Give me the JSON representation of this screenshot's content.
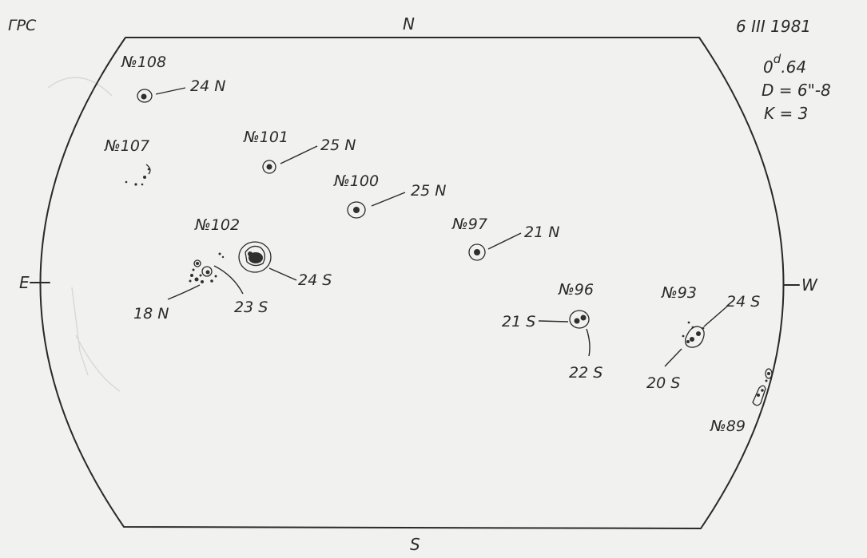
{
  "observatory": "ГРС",
  "date": "6 III 1981",
  "params": {
    "time_int": "0",
    "time_sup": "d",
    "time_frac": ".64",
    "diameter": "D = 6\"-8",
    "k": "K = 3"
  },
  "directions": {
    "north": "N",
    "south": "S",
    "east": "E",
    "west": "W"
  },
  "groups": [
    {
      "id": "g108",
      "number": "№108",
      "latitude": "24 N"
    },
    {
      "id": "g107",
      "number": "№107"
    },
    {
      "id": "g101",
      "number": "№101",
      "latitude": "25 N"
    },
    {
      "id": "g100",
      "number": "№100",
      "latitude": "25 N"
    },
    {
      "id": "g97",
      "number": "№97",
      "latitude": "21 N"
    },
    {
      "id": "g102",
      "number": "№102",
      "latitudes": [
        "24 S",
        "23 S",
        "18 N"
      ]
    },
    {
      "id": "g96",
      "number": "№96",
      "latitudes": [
        "21 S",
        "22 S"
      ]
    },
    {
      "id": "g93",
      "number": "№93",
      "latitudes": [
        "24 S",
        "20 S"
      ]
    },
    {
      "id": "g89",
      "number": "№89"
    }
  ]
}
